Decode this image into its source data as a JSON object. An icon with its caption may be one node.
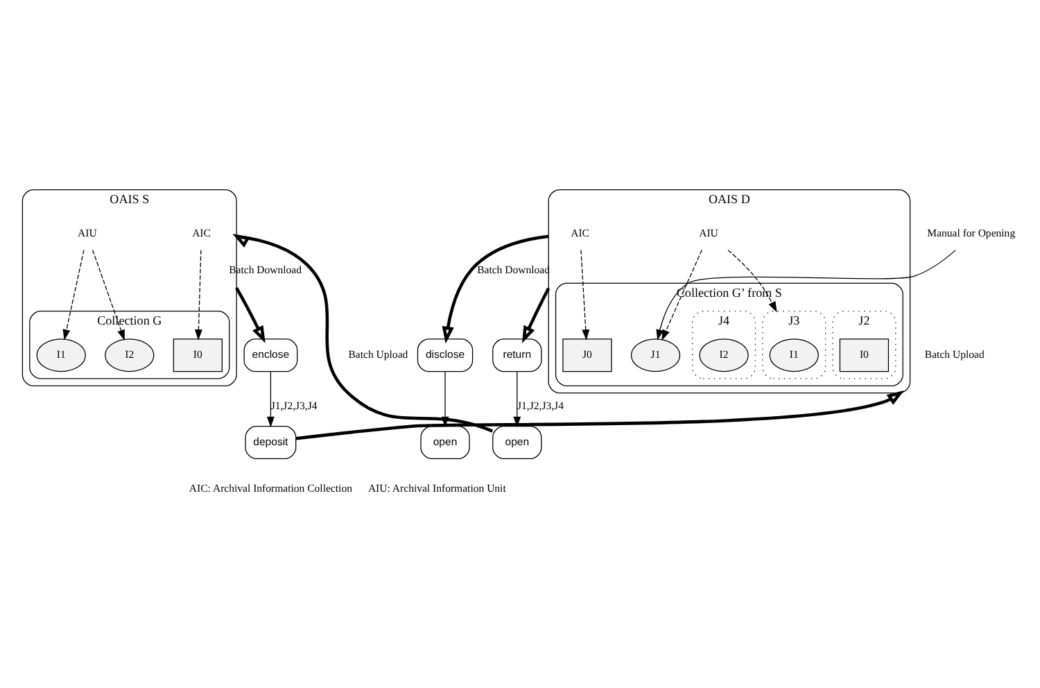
{
  "diagram": {
    "nodes": [
      {
        "text": [
          "OAIS S"
        ]
      },
      {
        "text": [
          "Collection G"
        ],
        "in": 0
      },
      {
        "text": [
          "AIC"
        ],
        "in": 0
      },
      {
        "text": [
          "AIU"
        ],
        "in": 0
      },
      {
        "text": [
          "I0"
        ],
        "in": 1
      },
      {
        "text": [
          "I1"
        ],
        "in": 1
      },
      {
        "text": [
          "I2"
        ],
        "in": 1
      },
      {
        "text": [
          "OAIS D"
        ]
      },
      {
        "text": [
          "Collection G’ from S"
        ],
        "in": 7
      },
      {
        "text": [
          "Manual for Opening"
        ]
      },
      {
        "text": [
          "J0"
        ],
        "in": 8
      },
      {
        "text": [
          "J1"
        ],
        "in": 8
      },
      {
        "text": [
          "J2"
        ],
        "in": 8
      },
      {
        "text": [
          "I0"
        ],
        "in": 12
      },
      {
        "text": [
          "J3"
        ],
        "in": 8
      },
      {
        "text": [
          "I1"
        ],
        "in": 14
      },
      {
        "text": [
          "J4"
        ],
        "in": 8
      },
      {
        "text": [
          "I2"
        ],
        "in": 16
      },
      {
        "text": [
          "AIC"
        ],
        "in": 7
      },
      {
        "text": [
          "AIU"
        ],
        "in": 7
      },
      {
        "text": [
          "enclose"
        ]
      },
      {
        "text": [
          "deposit"
        ]
      },
      {
        "text": [
          "open"
        ]
      },
      {
        "text": [
          "return"
        ]
      },
      {
        "text": [
          "disclose"
        ]
      },
      {
        "text": [
          "open"
        ]
      }
    ],
    "edges": [
      {
        "from": 2,
        "to": 4,
        "arrow": "to",
        "style": "dashed"
      },
      {
        "from": 3,
        "to": 5,
        "arrow": "to",
        "style": "dashed"
      },
      {
        "from": 3,
        "to": 6,
        "arrow": "to",
        "style": "dashed"
      },
      {
        "from": 9,
        "to": 11,
        "arrow": "to"
      },
      {
        "from": 18,
        "to": 10,
        "arrow": "to",
        "style": "dashed"
      },
      {
        "from": 19,
        "to": 11,
        "arrow": "to",
        "style": "dashed"
      },
      {
        "from": 19,
        "to": 14,
        "arrow": "to",
        "style": "dashed"
      },
      {
        "from": 0,
        "to": 20,
        "arrow": "to",
        "style": "thick",
        "label": "Batch Download"
      },
      {
        "from": 22,
        "to": 0,
        "arrow": "to",
        "style": "thick",
        "label": "Batch Upload"
      },
      {
        "from": 20,
        "to": 21,
        "arrow": "to",
        "label": "J1,J2,J3,J4"
      },
      {
        "from": 21,
        "to": 7,
        "arrow": "to",
        "style": "thick",
        "label": "Batch Upload"
      },
      {
        "from": 7,
        "to": 23,
        "arrow": "to",
        "style": "thick"
      },
      {
        "from": 7,
        "to": 24,
        "arrow": "to",
        "style": "thick",
        "label": "Batch Download"
      },
      {
        "from": 23,
        "to": 22,
        "arrow": "to",
        "label": "J1,J2,J3,J4"
      },
      {
        "from": 24,
        "to": 25,
        "arrow": "to"
      }
    ],
    "labels": [
      "AIC: Archival Information Collection",
      "AIU: Archival Information Unit"
    ]
  }
}
